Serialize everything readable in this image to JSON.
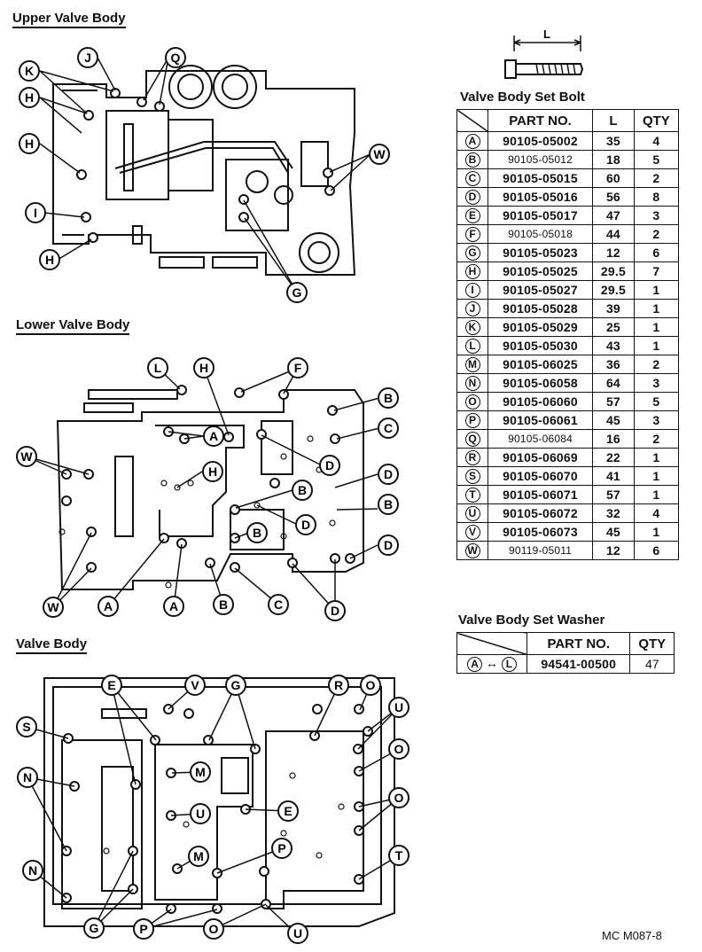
{
  "sections": {
    "upper": "Upper Valve Body",
    "lower": "Lower Valve Body",
    "valve": "Valve Body"
  },
  "bolt_diagram_label": "L",
  "bolt_table": {
    "title": "Valve Body Set Bolt",
    "headers": [
      "PART NO.",
      "L",
      "QTY"
    ],
    "rows": [
      {
        "code": "A",
        "part": "90105-05002",
        "l": "35",
        "qty": "4"
      },
      {
        "code": "B",
        "part": "90105-05012",
        "l": "18",
        "qty": "5"
      },
      {
        "code": "C",
        "part": "90105-05015",
        "l": "60",
        "qty": "2"
      },
      {
        "code": "D",
        "part": "90105-05016",
        "l": "56",
        "qty": "8"
      },
      {
        "code": "E",
        "part": "90105-05017",
        "l": "47",
        "qty": "3"
      },
      {
        "code": "F",
        "part": "90105-05018",
        "l": "44",
        "qty": "2"
      },
      {
        "code": "G",
        "part": "90105-05023",
        "l": "12",
        "qty": "6"
      },
      {
        "code": "H",
        "part": "90105-05025",
        "l": "29.5",
        "qty": "7"
      },
      {
        "code": "I",
        "part": "90105-05027",
        "l": "29.5",
        "qty": "1"
      },
      {
        "code": "J",
        "part": "90105-05028",
        "l": "39",
        "qty": "1"
      },
      {
        "code": "K",
        "part": "90105-05029",
        "l": "25",
        "qty": "1"
      },
      {
        "code": "L",
        "part": "90105-05030",
        "l": "43",
        "qty": "1"
      },
      {
        "code": "M",
        "part": "90105-06025",
        "l": "36",
        "qty": "2"
      },
      {
        "code": "N",
        "part": "90105-06058",
        "l": "64",
        "qty": "3"
      },
      {
        "code": "O",
        "part": "90105-06060",
        "l": "57",
        "qty": "5"
      },
      {
        "code": "P",
        "part": "90105-06061",
        "l": "45",
        "qty": "3"
      },
      {
        "code": "Q",
        "part": "90105-06084",
        "l": "16",
        "qty": "2"
      },
      {
        "code": "R",
        "part": "90105-06069",
        "l": "22",
        "qty": "1"
      },
      {
        "code": "S",
        "part": "90105-06070",
        "l": "41",
        "qty": "1"
      },
      {
        "code": "T",
        "part": "90105-06071",
        "l": "57",
        "qty": "1"
      },
      {
        "code": "U",
        "part": "90105-06072",
        "l": "32",
        "qty": "4"
      },
      {
        "code": "V",
        "part": "90105-06073",
        "l": "45",
        "qty": "1"
      },
      {
        "code": "W",
        "part": "90119-05011",
        "l": "12",
        "qty": "6"
      }
    ]
  },
  "washer_table": {
    "title": "Valve Body Set Washer",
    "headers": [
      "PART NO.",
      "QTY"
    ],
    "range_from": "A",
    "range_to": "L",
    "part": "94541-00500",
    "qty": "47"
  },
  "callouts": {
    "upper": [
      "K",
      "J",
      "Q",
      "H",
      "H",
      "I",
      "H",
      "W",
      "G"
    ],
    "lower": [
      "L",
      "H",
      "F",
      "B",
      "C",
      "A",
      "D",
      "D",
      "W",
      "H",
      "B",
      "B",
      "D",
      "B",
      "D",
      "W",
      "A",
      "A",
      "B",
      "C",
      "D"
    ],
    "valve": [
      "E",
      "V",
      "G",
      "R",
      "O",
      "U",
      "S",
      "O",
      "M",
      "N",
      "E",
      "U",
      "O",
      "P",
      "M",
      "N",
      "T",
      "G",
      "P",
      "O",
      "U"
    ]
  },
  "footer": "MC M087-8"
}
